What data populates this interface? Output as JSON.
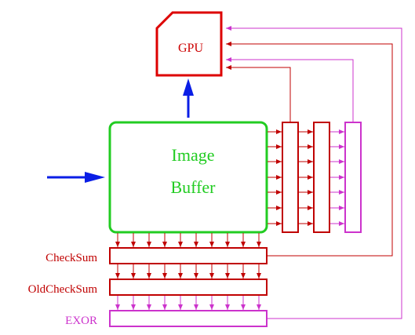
{
  "labels": {
    "gpu": "GPU",
    "image_buffer_line1": "Image",
    "image_buffer_line2": "Buffer",
    "checksum": "CheckSum",
    "old_checksum": "OldCheckSum",
    "exor": "EXOR"
  },
  "colors": {
    "dark_red": "#c00000",
    "green": "#22cc22",
    "blue": "#0a1ee6",
    "magenta": "#cc33cc",
    "background": "#ffffff"
  }
}
